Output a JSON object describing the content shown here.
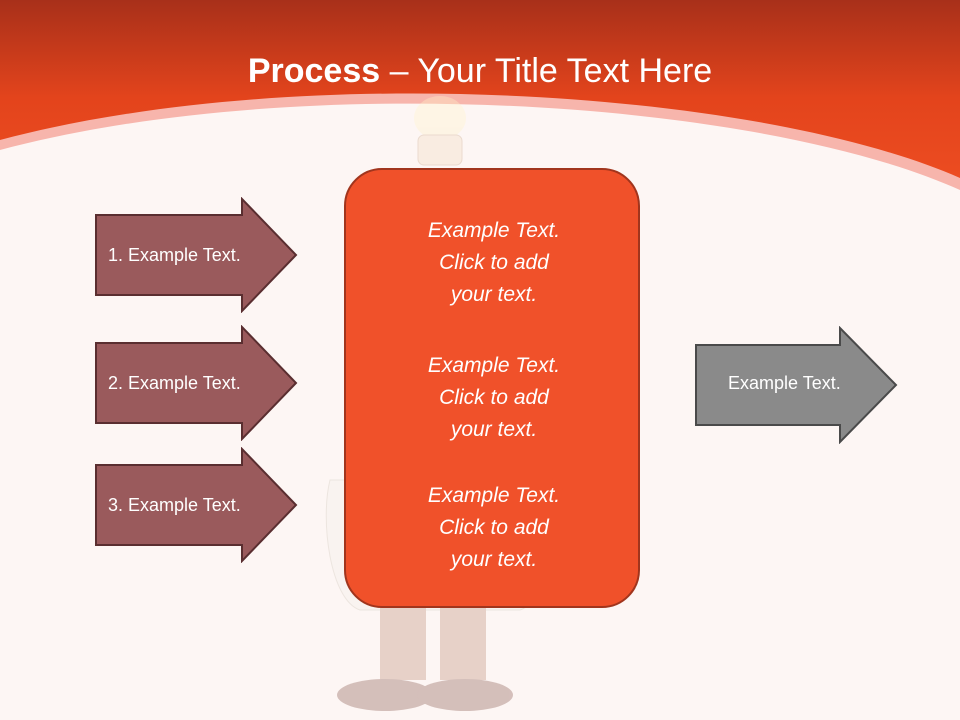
{
  "slide": {
    "title_bold": "Process",
    "title_dash": " – ",
    "title_rest": "Your Title Text Here"
  },
  "left_arrows": [
    {
      "label": "1. Example Text."
    },
    {
      "label": "2. Example Text."
    },
    {
      "label": "3. Example Text."
    }
  ],
  "center_box": {
    "blocks": [
      {
        "line1": "Example Text.",
        "line2": "Click  to add",
        "line3": "your text."
      },
      {
        "line1": "Example Text.",
        "line2": "Click  to add",
        "line3": "your text."
      },
      {
        "line1": "Example Text.",
        "line2": "Click  to add",
        "line3": "your text."
      }
    ]
  },
  "right_arrow": {
    "label": "Example Text."
  },
  "colors": {
    "header": "#e8451c",
    "left_arrow_fill": "#9a5a5c",
    "center_box_fill": "#f0512a",
    "right_arrow_fill": "#8a8a8a"
  }
}
